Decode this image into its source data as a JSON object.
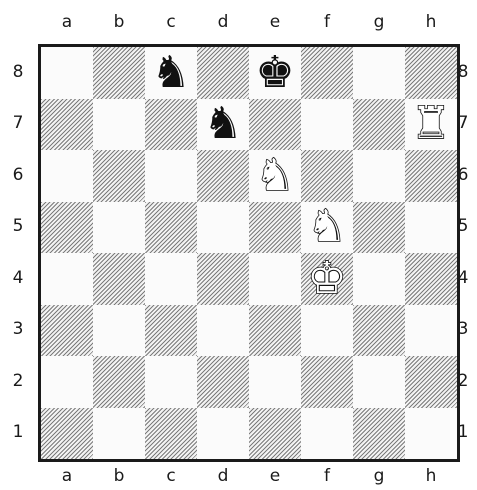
{
  "board": {
    "files": [
      "a",
      "b",
      "c",
      "d",
      "e",
      "f",
      "g",
      "h"
    ],
    "ranks": [
      "8",
      "7",
      "6",
      "5",
      "4",
      "3",
      "2",
      "1"
    ],
    "pieces": [
      {
        "square": "c8",
        "color": "black",
        "type": "knight",
        "glyph": "♞"
      },
      {
        "square": "e8",
        "color": "black",
        "type": "king",
        "glyph": "♚"
      },
      {
        "square": "d7",
        "color": "black",
        "type": "knight",
        "glyph": "♞"
      },
      {
        "square": "h7",
        "color": "white",
        "type": "rook",
        "glyph": "♜"
      },
      {
        "square": "e6",
        "color": "white",
        "type": "knight",
        "glyph": "♞"
      },
      {
        "square": "f5",
        "color": "white",
        "type": "knight",
        "glyph": "♞"
      },
      {
        "square": "f4",
        "color": "white",
        "type": "king",
        "glyph": "♚"
      }
    ]
  }
}
